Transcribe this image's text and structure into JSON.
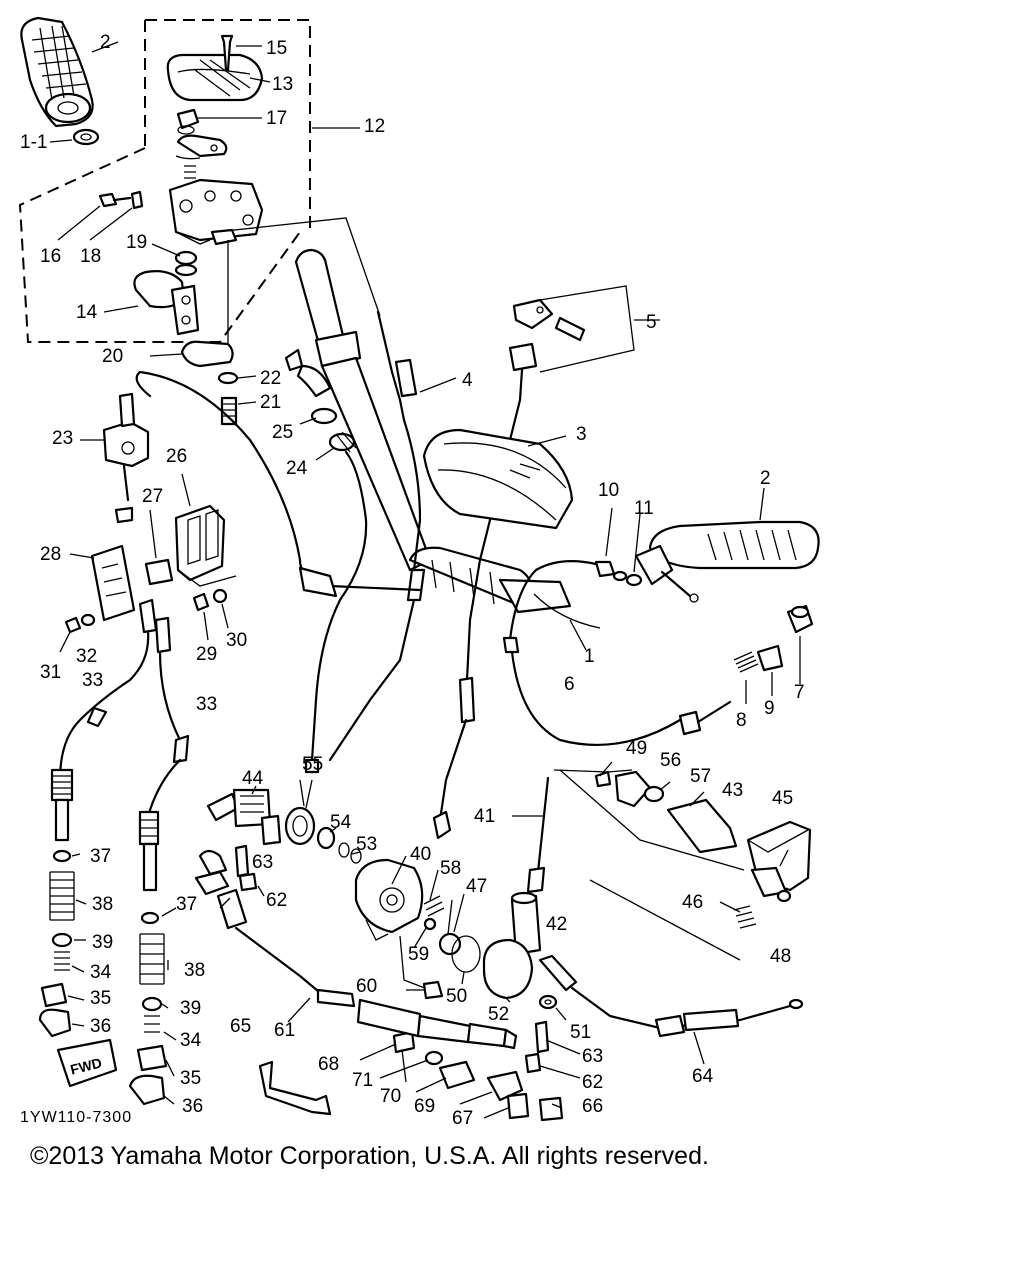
{
  "diagram": {
    "reference_code": "1YW110-7300",
    "fwd_label": "FWD",
    "part_labels": [
      {
        "id": "p2a",
        "text": "2"
      },
      {
        "id": "p11a",
        "text": "1-1"
      },
      {
        "id": "p15",
        "text": "15"
      },
      {
        "id": "p13",
        "text": "13"
      },
      {
        "id": "p17",
        "text": "17"
      },
      {
        "id": "p12",
        "text": "12"
      },
      {
        "id": "p16",
        "text": "16"
      },
      {
        "id": "p18",
        "text": "18"
      },
      {
        "id": "p19",
        "text": "19"
      },
      {
        "id": "p14",
        "text": "14"
      },
      {
        "id": "p20",
        "text": "20"
      },
      {
        "id": "p22",
        "text": "22"
      },
      {
        "id": "p21",
        "text": "21"
      },
      {
        "id": "p4",
        "text": "4"
      },
      {
        "id": "p5",
        "text": "5"
      },
      {
        "id": "p3",
        "text": "3"
      },
      {
        "id": "p23",
        "text": "23"
      },
      {
        "id": "p25",
        "text": "25"
      },
      {
        "id": "p24",
        "text": "24"
      },
      {
        "id": "p26",
        "text": "26"
      },
      {
        "id": "p27",
        "text": "27"
      },
      {
        "id": "p28",
        "text": "28"
      },
      {
        "id": "p10",
        "text": "10"
      },
      {
        "id": "p11b",
        "text": "11"
      },
      {
        "id": "p2b",
        "text": "2"
      },
      {
        "id": "p1",
        "text": "1"
      },
      {
        "id": "p29",
        "text": "29"
      },
      {
        "id": "p30",
        "text": "30"
      },
      {
        "id": "p31",
        "text": "31"
      },
      {
        "id": "p32",
        "text": "32"
      },
      {
        "id": "p33a",
        "text": "33"
      },
      {
        "id": "p33b",
        "text": "33"
      },
      {
        "id": "p6",
        "text": "6"
      },
      {
        "id": "p8",
        "text": "8"
      },
      {
        "id": "p9",
        "text": "9"
      },
      {
        "id": "p7",
        "text": "7"
      },
      {
        "id": "p49",
        "text": "49"
      },
      {
        "id": "p56",
        "text": "56"
      },
      {
        "id": "p57",
        "text": "57"
      },
      {
        "id": "p43",
        "text": "43"
      },
      {
        "id": "p45",
        "text": "45"
      },
      {
        "id": "p44",
        "text": "44"
      },
      {
        "id": "p55",
        "text": "55"
      },
      {
        "id": "p54",
        "text": "54"
      },
      {
        "id": "p53",
        "text": "53"
      },
      {
        "id": "p41",
        "text": "41"
      },
      {
        "id": "p37a",
        "text": "37"
      },
      {
        "id": "p63a",
        "text": "63"
      },
      {
        "id": "p62a",
        "text": "62"
      },
      {
        "id": "p40",
        "text": "40"
      },
      {
        "id": "p58",
        "text": "58"
      },
      {
        "id": "p47",
        "text": "47"
      },
      {
        "id": "p42",
        "text": "42"
      },
      {
        "id": "p46",
        "text": "46"
      },
      {
        "id": "p48",
        "text": "48"
      },
      {
        "id": "p38a",
        "text": "38"
      },
      {
        "id": "p37b",
        "text": "37"
      },
      {
        "id": "p39a",
        "text": "39"
      },
      {
        "id": "p38b",
        "text": "38"
      },
      {
        "id": "p59",
        "text": "59"
      },
      {
        "id": "p34a",
        "text": "34"
      },
      {
        "id": "p60",
        "text": "60"
      },
      {
        "id": "p50",
        "text": "50"
      },
      {
        "id": "p35a",
        "text": "35"
      },
      {
        "id": "p39b",
        "text": "39"
      },
      {
        "id": "p36a",
        "text": "36"
      },
      {
        "id": "p52",
        "text": "52"
      },
      {
        "id": "p51",
        "text": "51"
      },
      {
        "id": "p61",
        "text": "61"
      },
      {
        "id": "p65",
        "text": "65"
      },
      {
        "id": "p34b",
        "text": "34"
      },
      {
        "id": "p63b",
        "text": "63"
      },
      {
        "id": "p68",
        "text": "68"
      },
      {
        "id": "p71",
        "text": "71"
      },
      {
        "id": "p62b",
        "text": "62"
      },
      {
        "id": "p64",
        "text": "64"
      },
      {
        "id": "p35b",
        "text": "35"
      },
      {
        "id": "p70",
        "text": "70"
      },
      {
        "id": "p69",
        "text": "69"
      },
      {
        "id": "p36b",
        "text": "36"
      },
      {
        "id": "p67",
        "text": "67"
      },
      {
        "id": "p66",
        "text": "66"
      }
    ]
  },
  "footer": {
    "copyright": "©2013 Yamaha Motor Corporation, U.S.A. All rights reserved."
  }
}
